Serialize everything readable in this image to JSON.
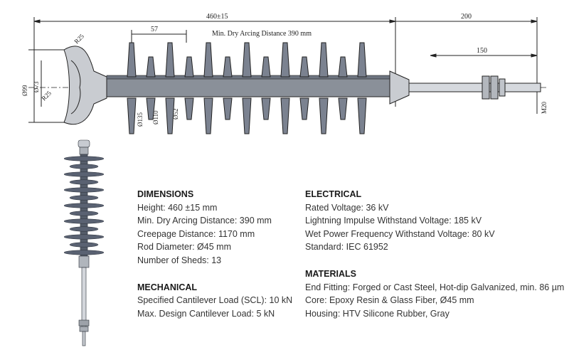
{
  "drawing": {
    "dim_length": "460±15",
    "dim_right": "200",
    "dim_rod": "150",
    "dim_shed_gap": "57",
    "arcing_note": "Min. Dry Arcing Distance 390 mm",
    "r25_top": "R25",
    "r25_left": "R25",
    "d99": "Ø99",
    "d73": "Ø73",
    "d135": "Ø135",
    "d110": "Ø110",
    "d52": "Ø52",
    "thread": "M20"
  },
  "specs": {
    "dimensions": {
      "heading": "DIMENSIONS",
      "lines": [
        "Height: 460 ±15 mm",
        "Min. Dry Arcing Distance: 390 mm",
        "Creepage Distance: 1170 mm",
        "Rod Diameter: Ø45 mm",
        "Number of Sheds: 13"
      ]
    },
    "mechanical": {
      "heading": "MECHANICAL",
      "lines": [
        "Specified Cantilever Load (SCL): 10 kN",
        "Max. Design Cantilever Load: 5 kN"
      ]
    },
    "electrical": {
      "heading": "ELECTRICAL",
      "lines": [
        "Rated Voltage: 36 kV",
        "Lightning Impulse Withstand Voltage: 185 kV",
        "Wet Power Frequency Withstand Voltage: 80 kV",
        "Standard: IEC 61952"
      ]
    },
    "materials": {
      "heading": "MATERIALS",
      "lines": [
        "End Fitting: Forged or Cast Steel, Hot-dip Galvanized, min. 86 µm",
        "Core: Epoxy Resin & Glass Fiber, Ø45 mm",
        "Housing: HTV Silicone Rubber, Gray"
      ]
    }
  },
  "colors": {
    "rubber": "#4d5566",
    "steel": "#b8bcc2",
    "line": "#222222"
  }
}
